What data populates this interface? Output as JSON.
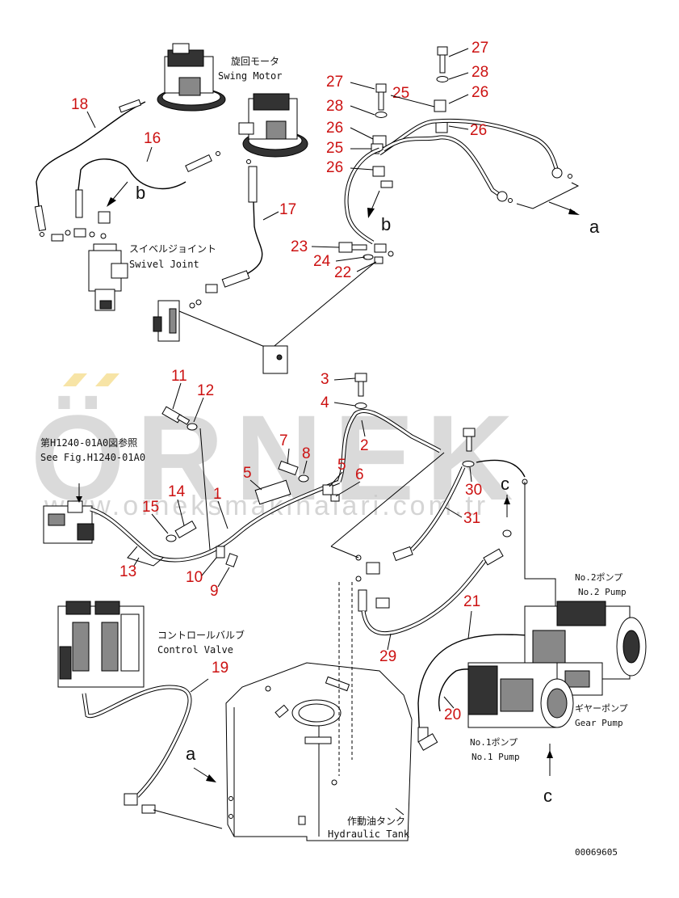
{
  "diagram": {
    "drawing_number": "00069605",
    "watermark": {
      "brand": "ÖRNEK",
      "url": "www.orneksmakinalari.com.tr"
    },
    "components": {
      "swing_motor": {
        "jp": "旋回モータ",
        "en": "Swing Motor"
      },
      "swivel_joint": {
        "jp": "スイベルジョイント",
        "en": "Swivel Joint"
      },
      "see_fig": {
        "jp": "第H1240-01A0図参照",
        "en": "See Fig.H1240-01A0"
      },
      "control_valve": {
        "jp": "コントロールバルブ",
        "en": "Control Valve"
      },
      "no2_pump": {
        "jp": "No.2ポンプ",
        "en": "No.2 Pump"
      },
      "gear_pump": {
        "jp": "ギヤーポンプ",
        "en": "Gear Pump"
      },
      "no1_pump": {
        "jp": "No.1ポンプ",
        "en": "No.1 Pump"
      },
      "hydraulic_tank": {
        "jp": "作動油タンク",
        "en": "Hydraulic Tank"
      }
    },
    "reference_letters": {
      "a": "a",
      "b": "b",
      "c": "c"
    },
    "part_numbers": {
      "p1": "1",
      "p2": "2",
      "p3": "3",
      "p4": "4",
      "p5": "5",
      "p6": "6",
      "p7": "7",
      "p8": "8",
      "p9": "9",
      "p10": "10",
      "p11": "11",
      "p12": "12",
      "p13": "13",
      "p14": "14",
      "p15": "15",
      "p16": "16",
      "p17": "17",
      "p18": "18",
      "p19": "19",
      "p20": "20",
      "p21": "21",
      "p22": "22",
      "p23": "23",
      "p24": "24",
      "p25": "25",
      "p26": "26",
      "p27": "27",
      "p28": "28",
      "p29": "29",
      "p30": "30",
      "p31": "31"
    },
    "colors": {
      "callout": "#cc1111",
      "line": "#000000",
      "watermark": "#bdbdbd",
      "watermark_accent": "#f2d26b"
    }
  }
}
